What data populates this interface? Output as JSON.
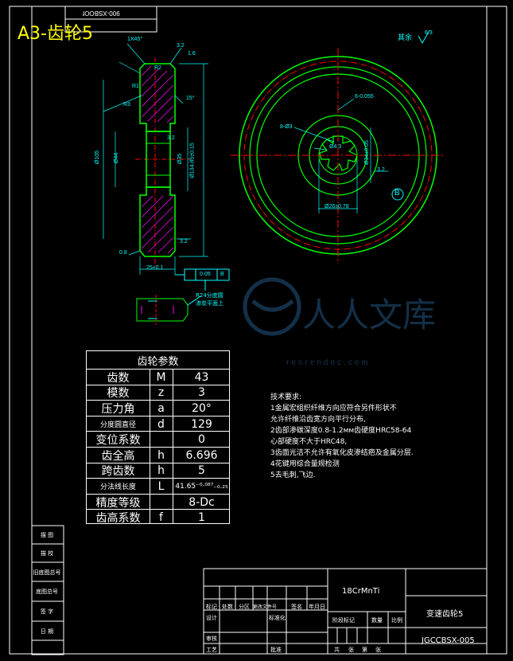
{
  "title": "A3-齿轮5",
  "stamp_text": "900-XSBOOf",
  "surface_note": "其余",
  "surface_value": "6.3",
  "dims": {
    "chamfer": "1X45°",
    "r1": "R2",
    "r2": "R1",
    "r3": "R3",
    "ra32a": "3.2",
    "ra32b": "3.2",
    "ra32c": "3.2",
    "ra16": "1.6",
    "angle15": "15°",
    "d105": "Ø105",
    "d44": "Ø44",
    "d35": "Ø35",
    "d134": "Ø134.85±0.15",
    "w25": "25±0.1",
    "r_08": "0.8",
    "tol": "0.05",
    "datum": "B",
    "spline_note1": "R24分度圆",
    "spline_note2": "渗炭平面上",
    "bore": "Ø26±0.78",
    "od": "Ø34±0.05",
    "ra_right": "3.2",
    "datum_circle": "B",
    "key_w": "6-0.055",
    "bore_small": "Ø4.3",
    "key_note": "8-Ø3"
  },
  "params_table": {
    "header": "齿轮参数",
    "rows": [
      {
        "name": "齿数",
        "sym": "M",
        "val": "43"
      },
      {
        "name": "模数",
        "sym": "z",
        "val": "3"
      },
      {
        "name": "压力角",
        "sym": "a",
        "val": "20°"
      },
      {
        "name": "分度圆直径",
        "sym": "d",
        "val": "129"
      },
      {
        "name": "变位系数",
        "sym": "",
        "val": "0"
      },
      {
        "name": "齿全高",
        "sym": "h",
        "val": "6.696"
      },
      {
        "name": "跨齿数",
        "sym": "h",
        "val": "5"
      },
      {
        "name": "分法线长度",
        "sym": "L",
        "val": "41.65⁻⁰·⁰⁸⁷₋₀.₂₅"
      },
      {
        "name": "精度等级",
        "sym": "",
        "val": "8-Dc"
      },
      {
        "name": "齿高系数",
        "sym": "f",
        "val": "1"
      }
    ]
  },
  "requirements": {
    "heading": "技术要求:",
    "lines": [
      "1金属宏组织纤维方向应符合另件形状不",
      "允许纤维沿齿宽方向平行分布,",
      "2齿部渗碳深度0.8-1.2мм齿硬度HRC58-64",
      "心部硬度不大于HRC48,",
      "3齿面光洁不允许有氧化皮渗结疤及金属分层.",
      "4花键用综合量规检测",
      "5去毛刺,飞边."
    ]
  },
  "side_labels": [
    "描 图",
    "描 校",
    "旧底图总号",
    "底图总号",
    "签 字",
    "日 期"
  ],
  "title_block": {
    "material": "18CrMnTi",
    "part_name": "变速齿轮5",
    "drawing_no": "JGCCBSX-005",
    "header_cells": [
      "标记",
      "处数",
      "分区",
      "更改文件号",
      "签名",
      "年月日"
    ],
    "row_design": [
      "设计",
      "标准化"
    ],
    "row_stage": [
      "阶段标记",
      "数量",
      "比例"
    ],
    "row_review": "审核",
    "row_process": [
      "工艺",
      "批准"
    ],
    "sheet": [
      "共",
      "张",
      "第",
      "张"
    ]
  },
  "watermark": {
    "text": "人人文库",
    "url": "renrendoc.com"
  },
  "colors": {
    "outline": "#00ff00",
    "center": "#ff0000",
    "dim": "#00ffff",
    "frame": "#ffffff",
    "title": "#ffff00",
    "hatch": "#ff00ff"
  }
}
